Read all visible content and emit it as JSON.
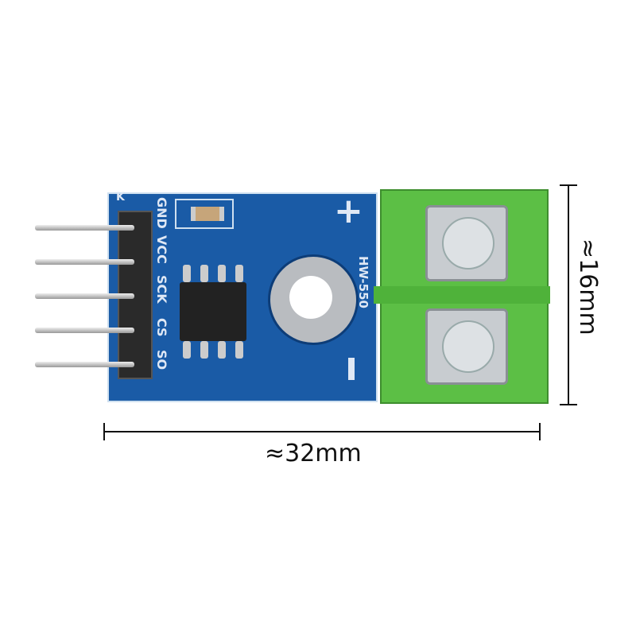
{
  "board": {
    "pin_labels": [
      "GND",
      "VCC",
      "SCK",
      "CS",
      "SO"
    ],
    "model": "HW-550",
    "plus": "+",
    "minus": "-",
    "corner_mark": "K"
  },
  "dimensions": {
    "width": "≈32mm",
    "height": "≈16mm"
  },
  "colors": {
    "pcb": "#1a5ba6",
    "terminal": "#5cbf45",
    "background": "#ffffff"
  }
}
